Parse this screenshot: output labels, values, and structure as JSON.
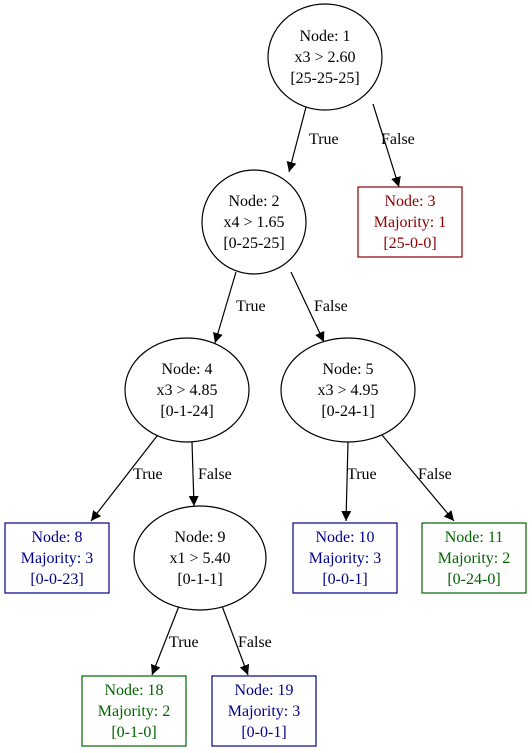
{
  "colors": {
    "internal": "#000000",
    "class_1": "#8b0000",
    "class_2": "#006400",
    "class_3": "#00008b"
  },
  "nodes": {
    "n1": {
      "lines": [
        "Node: 1",
        "x3 > 2.60",
        "[25-25-25]"
      ],
      "kind": "split"
    },
    "n2": {
      "lines": [
        "Node: 2",
        "x4 > 1.65",
        "[0-25-25]"
      ],
      "kind": "split"
    },
    "n3": {
      "lines": [
        "Node: 3",
        "Majority: 1",
        "[25-0-0]"
      ],
      "kind": "leaf",
      "class": "class_1"
    },
    "n4": {
      "lines": [
        "Node: 4",
        "x3 > 4.85",
        "[0-1-24]"
      ],
      "kind": "split"
    },
    "n5": {
      "lines": [
        "Node: 5",
        "x3 > 4.95",
        "[0-24-1]"
      ],
      "kind": "split"
    },
    "n8": {
      "lines": [
        "Node: 8",
        "Majority: 3",
        "[0-0-23]"
      ],
      "kind": "leaf",
      "class": "class_3"
    },
    "n9": {
      "lines": [
        "Node: 9",
        "x1 > 5.40",
        "[0-1-1]"
      ],
      "kind": "split"
    },
    "n10": {
      "lines": [
        "Node: 10",
        "Majority: 3",
        "[0-0-1]"
      ],
      "kind": "leaf",
      "class": "class_3"
    },
    "n11": {
      "lines": [
        "Node: 11",
        "Majority: 2",
        "[0-24-0]"
      ],
      "kind": "leaf",
      "class": "class_2"
    },
    "n18": {
      "lines": [
        "Node: 18",
        "Majority: 2",
        "[0-1-0]"
      ],
      "kind": "leaf",
      "class": "class_2"
    },
    "n19": {
      "lines": [
        "Node: 19",
        "Majority: 3",
        "[0-0-1]"
      ],
      "kind": "leaf",
      "class": "class_3"
    }
  },
  "edges": [
    {
      "from": "n1",
      "to": "n2",
      "label": "True"
    },
    {
      "from": "n1",
      "to": "n3",
      "label": "False"
    },
    {
      "from": "n2",
      "to": "n4",
      "label": "True"
    },
    {
      "from": "n2",
      "to": "n5",
      "label": "False"
    },
    {
      "from": "n4",
      "to": "n8",
      "label": "True"
    },
    {
      "from": "n4",
      "to": "n9",
      "label": "False"
    },
    {
      "from": "n5",
      "to": "n10",
      "label": "True"
    },
    {
      "from": "n5",
      "to": "n11",
      "label": "False"
    },
    {
      "from": "n9",
      "to": "n18",
      "label": "True"
    },
    {
      "from": "n9",
      "to": "n19",
      "label": "False"
    }
  ]
}
